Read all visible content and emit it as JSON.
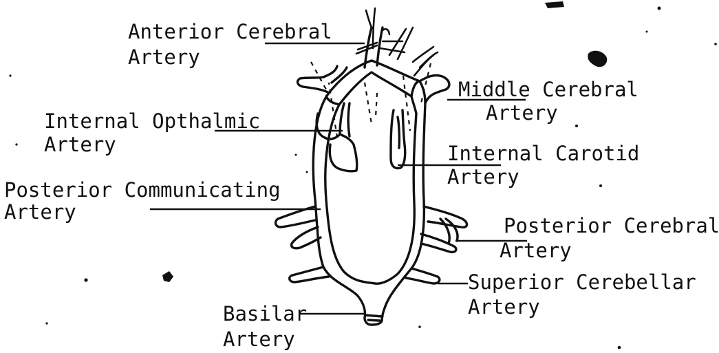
{
  "labels": {
    "anterior_cerebral": [
      "Anterior Cerebral",
      "Artery"
    ],
    "internal_opthalmic": [
      "Internal Opthalmic",
      "Artery"
    ],
    "posterior_communicating": [
      "Posterior Communicating",
      "Artery"
    ],
    "basilar": [
      "Basilar",
      "Artery"
    ],
    "middle_cerebral": [
      "Middle Cerebral",
      "Artery"
    ],
    "internal_carotid": [
      "Internal Carotid",
      "Artery"
    ],
    "posterior_cerebral": [
      "Posterior Cerebral",
      "Artery"
    ],
    "superior_cerebellar": [
      "Superior Cerebellar",
      "Artery"
    ]
  },
  "colors": {
    "ink": "#111111",
    "paper": "#ffffff"
  }
}
